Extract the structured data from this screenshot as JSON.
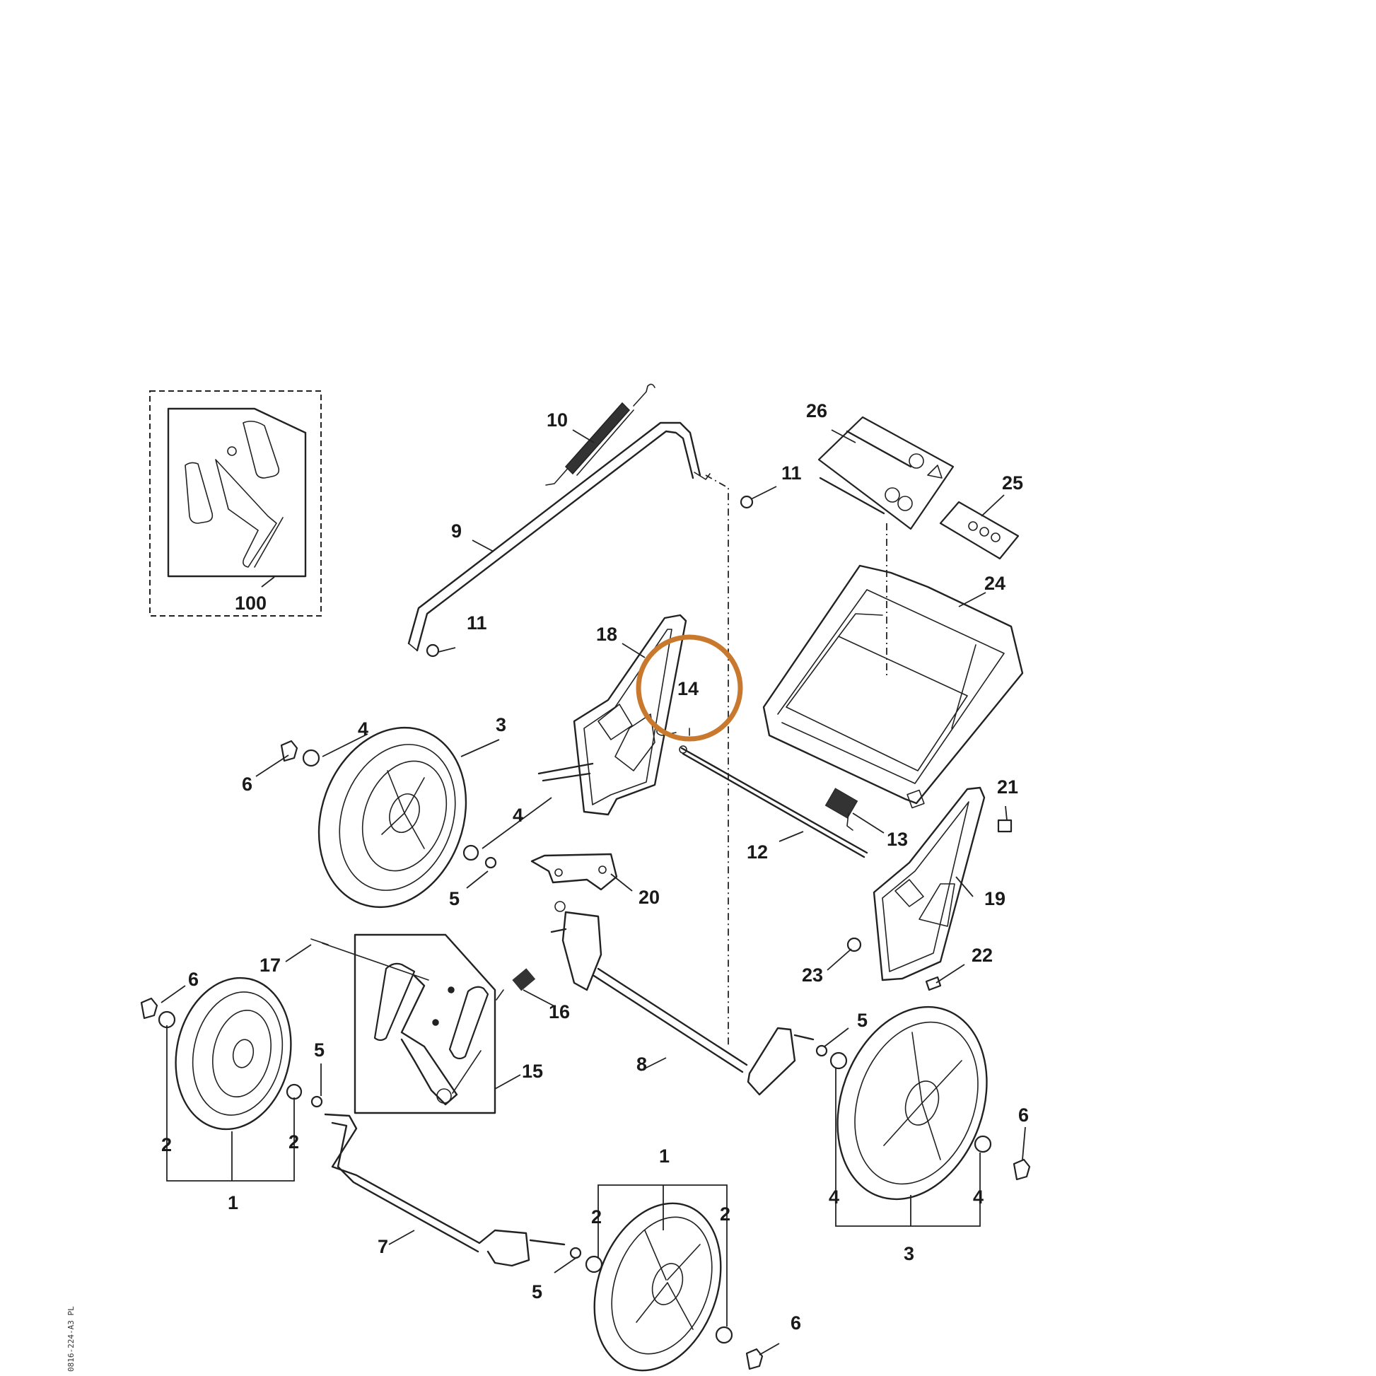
{
  "diagram": {
    "callouts": [
      {
        "id": "c-10",
        "text": "10"
      },
      {
        "id": "c-26",
        "text": "26"
      },
      {
        "id": "c-11a",
        "text": "11"
      },
      {
        "id": "c-25",
        "text": "25"
      },
      {
        "id": "c-9",
        "text": "9"
      },
      {
        "id": "c-24",
        "text": "24"
      },
      {
        "id": "c-100",
        "text": "100"
      },
      {
        "id": "c-11b",
        "text": "11"
      },
      {
        "id": "c-18",
        "text": "18"
      },
      {
        "id": "c-14",
        "text": "14"
      },
      {
        "id": "c-4a",
        "text": "4"
      },
      {
        "id": "c-3a",
        "text": "3"
      },
      {
        "id": "c-6a",
        "text": "6"
      },
      {
        "id": "c-4b",
        "text": "4"
      },
      {
        "id": "c-21",
        "text": "21"
      },
      {
        "id": "c-13",
        "text": "13"
      },
      {
        "id": "c-12",
        "text": "12"
      },
      {
        "id": "c-5a",
        "text": "5"
      },
      {
        "id": "c-20",
        "text": "20"
      },
      {
        "id": "c-19",
        "text": "19"
      },
      {
        "id": "c-17",
        "text": "17"
      },
      {
        "id": "c-22",
        "text": "22"
      },
      {
        "id": "c-23",
        "text": "23"
      },
      {
        "id": "c-6b",
        "text": "6"
      },
      {
        "id": "c-16",
        "text": "16"
      },
      {
        "id": "c-5b",
        "text": "5"
      },
      {
        "id": "c-8",
        "text": "8"
      },
      {
        "id": "c-15",
        "text": "15"
      },
      {
        "id": "c-5c",
        "text": "5"
      },
      {
        "id": "c-6c",
        "text": "6"
      },
      {
        "id": "c-2a",
        "text": "2"
      },
      {
        "id": "c-2b",
        "text": "2"
      },
      {
        "id": "c-1a",
        "text": "1"
      },
      {
        "id": "c-1b",
        "text": "1"
      },
      {
        "id": "c-2c",
        "text": "2"
      },
      {
        "id": "c-2d",
        "text": "2"
      },
      {
        "id": "c-4c",
        "text": "4"
      },
      {
        "id": "c-4d",
        "text": "4"
      },
      {
        "id": "c-3b",
        "text": "3"
      },
      {
        "id": "c-7",
        "text": "7"
      },
      {
        "id": "c-5d",
        "text": "5"
      },
      {
        "id": "c-6d",
        "text": "6"
      }
    ],
    "highlight": {
      "label": "14",
      "color": "#d07a2a",
      "fill": "#e9b98a"
    },
    "drawing_code": "0816-224-A3 PL"
  }
}
